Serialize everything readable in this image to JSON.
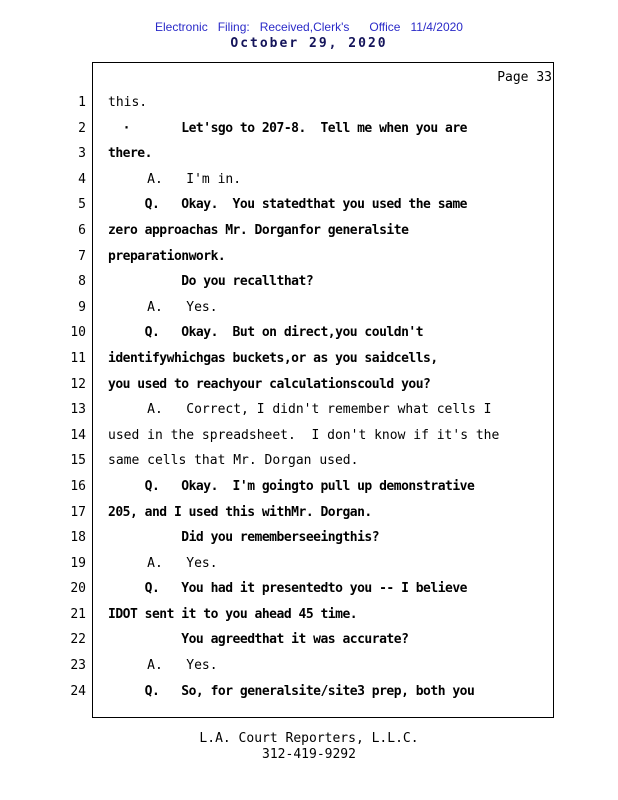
{
  "header": {
    "filing_line": "Electronic   Filing:   Received,Clerk's      Office   11/4/2020",
    "date_line": "October 29, 2020"
  },
  "page": {
    "page_label": "Page 33"
  },
  "transcript": {
    "lines": [
      {
        "n": "1",
        "text": "this.",
        "bold": false
      },
      {
        "n": "2",
        "text": "  ·       Let'sgo to 207-8.  Tell me when you are",
        "bold": true
      },
      {
        "n": "3",
        "text": "there.",
        "bold": true
      },
      {
        "n": "4",
        "text": "     A.   I'm in.",
        "bold": false
      },
      {
        "n": "5",
        "text": "     Q.   Okay.  You statedthat you used the same",
        "bold": true
      },
      {
        "n": "6",
        "text": "zero approachas Mr. Dorganfor generalsite",
        "bold": true
      },
      {
        "n": "7",
        "text": "preparationwork.",
        "bold": true
      },
      {
        "n": "8",
        "text": "          Do you recallthat?",
        "bold": true
      },
      {
        "n": "9",
        "text": "     A.   Yes.",
        "bold": false
      },
      {
        "n": "10",
        "text": "     Q.   Okay.  But on direct,you couldn't",
        "bold": true
      },
      {
        "n": "11",
        "text": "identifywhichgas buckets,or as you saidcells,",
        "bold": true
      },
      {
        "n": "12",
        "text": "you used to reachyour calculationscould you?",
        "bold": true
      },
      {
        "n": "13",
        "text": "     A.   Correct, I didn't remember what cells I",
        "bold": false
      },
      {
        "n": "14",
        "text": "used in the spreadsheet.  I don't know if it's the",
        "bold": false
      },
      {
        "n": "15",
        "text": "same cells that Mr. Dorgan used.",
        "bold": false
      },
      {
        "n": "16",
        "text": "     Q.   Okay.  I'm goingto pull up demonstrative",
        "bold": true
      },
      {
        "n": "17",
        "text": "205, and I used this withMr. Dorgan.",
        "bold": true
      },
      {
        "n": "18",
        "text": "          Did you rememberseeingthis?",
        "bold": true
      },
      {
        "n": "19",
        "text": "     A.   Yes.",
        "bold": false
      },
      {
        "n": "20",
        "text": "     Q.   You had it presentedto you -- I believe",
        "bold": true
      },
      {
        "n": "21",
        "text": "IDOT sent it to you ahead 45 time.",
        "bold": true
      },
      {
        "n": "22",
        "text": "          You agreedthat it was accurate?",
        "bold": true
      },
      {
        "n": "23",
        "text": "     A.   Yes.",
        "bold": false
      },
      {
        "n": "24",
        "text": "     Q.   So, for generalsite/site3 prep, both you",
        "bold": true
      }
    ]
  },
  "footer": {
    "company": "L.A. Court Reporters, L.L.C.",
    "phone": "312-419-9292"
  },
  "colors": {
    "filing_blue": "#2a2ac8",
    "date_navy": "#14145a"
  }
}
